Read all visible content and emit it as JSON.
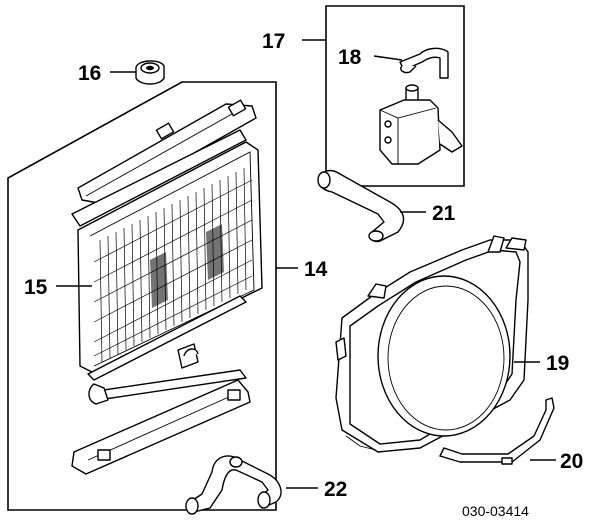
{
  "callouts": [
    {
      "id": "p14",
      "text": "14"
    },
    {
      "id": "p15",
      "text": "15"
    },
    {
      "id": "p16",
      "text": "16"
    },
    {
      "id": "p17",
      "text": "17"
    },
    {
      "id": "p18",
      "text": "18"
    },
    {
      "id": "p19",
      "text": "19"
    },
    {
      "id": "p20",
      "text": "20"
    },
    {
      "id": "p21",
      "text": "21"
    },
    {
      "id": "p22",
      "text": "22"
    }
  ],
  "diagram_code": "030-03414"
}
